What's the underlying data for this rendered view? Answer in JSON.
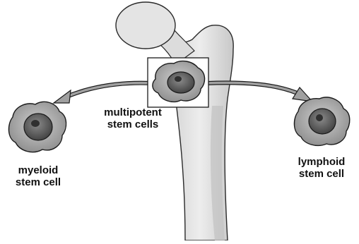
{
  "labels": {
    "multipotent": [
      "multipotent",
      "stem cells"
    ],
    "myeloid": [
      "myeloid",
      "stem cell"
    ],
    "lymphoid": [
      "lymphoid",
      "stem cell"
    ]
  },
  "colors": {
    "bone_fill": "#e2e2e2",
    "bone_shadow": "#c9c9c9",
    "outline": "#1a1a1a",
    "cytoplasm": "#b8b8b8",
    "nucleus": "#6a6a6a",
    "arrow": "#9a9a9a"
  }
}
